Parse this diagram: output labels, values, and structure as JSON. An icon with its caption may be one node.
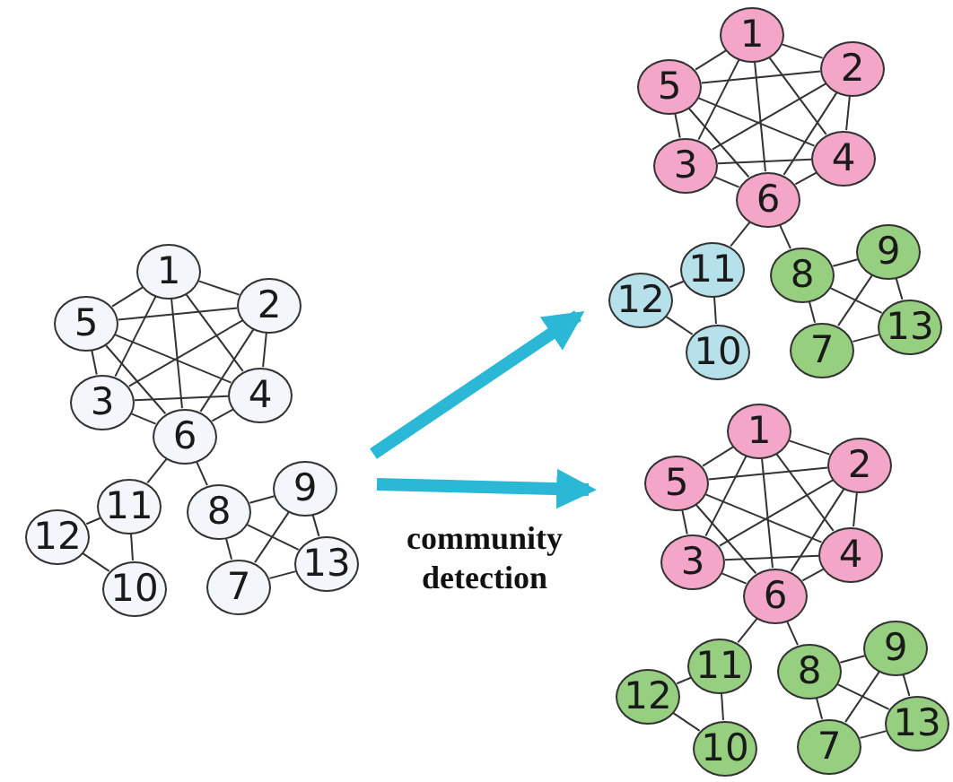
{
  "diagram": {
    "nodes": [
      {
        "text": [
          "1"
        ]
      },
      {
        "text": [
          "2"
        ]
      },
      {
        "text": [
          "3"
        ]
      },
      {
        "text": [
          "4"
        ]
      },
      {
        "text": [
          "5"
        ]
      },
      {
        "text": [
          "6"
        ]
      },
      {
        "text": [
          "7"
        ]
      },
      {
        "text": [
          "8"
        ]
      },
      {
        "text": [
          "9"
        ]
      },
      {
        "text": [
          "10"
        ]
      },
      {
        "text": [
          "11"
        ]
      },
      {
        "text": [
          "12"
        ]
      },
      {
        "text": [
          "13"
        ]
      },
      {
        "text": [
          "1"
        ]
      },
      {
        "text": [
          "2"
        ]
      },
      {
        "text": [
          "3"
        ]
      },
      {
        "text": [
          "4"
        ]
      },
      {
        "text": [
          "5"
        ]
      },
      {
        "text": [
          "6"
        ]
      },
      {
        "text": [
          "7"
        ]
      },
      {
        "text": [
          "8"
        ]
      },
      {
        "text": [
          "9"
        ]
      },
      {
        "text": [
          "10"
        ]
      },
      {
        "text": [
          "11"
        ]
      },
      {
        "text": [
          "12"
        ]
      },
      {
        "text": [
          "13"
        ]
      },
      {
        "text": [
          "1"
        ]
      },
      {
        "text": [
          "2"
        ]
      },
      {
        "text": [
          "3"
        ]
      },
      {
        "text": [
          "4"
        ]
      },
      {
        "text": [
          "5"
        ]
      },
      {
        "text": [
          "6"
        ]
      },
      {
        "text": [
          "7"
        ]
      },
      {
        "text": [
          "8"
        ]
      },
      {
        "text": [
          "9"
        ]
      },
      {
        "text": [
          "10"
        ]
      },
      {
        "text": [
          "11"
        ]
      },
      {
        "text": [
          "12"
        ]
      },
      {
        "text": [
          "13"
        ]
      }
    ],
    "edges": [
      {
        "from": 0,
        "to": 1,
        "arrow": "none"
      },
      {
        "from": 0,
        "to": 2,
        "arrow": "none"
      },
      {
        "from": 0,
        "to": 3,
        "arrow": "none"
      },
      {
        "from": 0,
        "to": 4,
        "arrow": "none"
      },
      {
        "from": 0,
        "to": 5,
        "arrow": "none"
      },
      {
        "from": 1,
        "to": 2,
        "arrow": "none"
      },
      {
        "from": 1,
        "to": 3,
        "arrow": "none"
      },
      {
        "from": 1,
        "to": 4,
        "arrow": "none"
      },
      {
        "from": 1,
        "to": 5,
        "arrow": "none"
      },
      {
        "from": 2,
        "to": 3,
        "arrow": "none"
      },
      {
        "from": 2,
        "to": 4,
        "arrow": "none"
      },
      {
        "from": 2,
        "to": 5,
        "arrow": "none"
      },
      {
        "from": 3,
        "to": 4,
        "arrow": "none"
      },
      {
        "from": 3,
        "to": 5,
        "arrow": "none"
      },
      {
        "from": 4,
        "to": 5,
        "arrow": "none"
      },
      {
        "from": 5,
        "to": 10,
        "arrow": "none"
      },
      {
        "from": 5,
        "to": 7,
        "arrow": "none"
      },
      {
        "from": 10,
        "to": 11,
        "arrow": "none"
      },
      {
        "from": 10,
        "to": 9,
        "arrow": "none"
      },
      {
        "from": 11,
        "to": 9,
        "arrow": "none"
      },
      {
        "from": 7,
        "to": 8,
        "arrow": "none"
      },
      {
        "from": 7,
        "to": 6,
        "arrow": "none"
      },
      {
        "from": 7,
        "to": 12,
        "arrow": "none"
      },
      {
        "from": 8,
        "to": 6,
        "arrow": "none"
      },
      {
        "from": 8,
        "to": 12,
        "arrow": "none"
      },
      {
        "from": 6,
        "to": 12,
        "arrow": "none"
      },
      {
        "from": 13,
        "to": 14,
        "arrow": "none"
      },
      {
        "from": 13,
        "to": 15,
        "arrow": "none"
      },
      {
        "from": 13,
        "to": 16,
        "arrow": "none"
      },
      {
        "from": 13,
        "to": 17,
        "arrow": "none"
      },
      {
        "from": 13,
        "to": 18,
        "arrow": "none"
      },
      {
        "from": 14,
        "to": 15,
        "arrow": "none"
      },
      {
        "from": 14,
        "to": 16,
        "arrow": "none"
      },
      {
        "from": 14,
        "to": 17,
        "arrow": "none"
      },
      {
        "from": 14,
        "to": 18,
        "arrow": "none"
      },
      {
        "from": 15,
        "to": 16,
        "arrow": "none"
      },
      {
        "from": 15,
        "to": 17,
        "arrow": "none"
      },
      {
        "from": 15,
        "to": 18,
        "arrow": "none"
      },
      {
        "from": 16,
        "to": 17,
        "arrow": "none"
      },
      {
        "from": 16,
        "to": 18,
        "arrow": "none"
      },
      {
        "from": 17,
        "to": 18,
        "arrow": "none"
      },
      {
        "from": 18,
        "to": 23,
        "arrow": "none"
      },
      {
        "from": 18,
        "to": 20,
        "arrow": "none"
      },
      {
        "from": 23,
        "to": 24,
        "arrow": "none"
      },
      {
        "from": 23,
        "to": 22,
        "arrow": "none"
      },
      {
        "from": 24,
        "to": 22,
        "arrow": "none"
      },
      {
        "from": 20,
        "to": 21,
        "arrow": "none"
      },
      {
        "from": 20,
        "to": 19,
        "arrow": "none"
      },
      {
        "from": 20,
        "to": 25,
        "arrow": "none"
      },
      {
        "from": 21,
        "to": 19,
        "arrow": "none"
      },
      {
        "from": 21,
        "to": 25,
        "arrow": "none"
      },
      {
        "from": 19,
        "to": 25,
        "arrow": "none"
      },
      {
        "from": 26,
        "to": 27,
        "arrow": "none"
      },
      {
        "from": 26,
        "to": 28,
        "arrow": "none"
      },
      {
        "from": 26,
        "to": 29,
        "arrow": "none"
      },
      {
        "from": 26,
        "to": 30,
        "arrow": "none"
      },
      {
        "from": 26,
        "to": 31,
        "arrow": "none"
      },
      {
        "from": 27,
        "to": 28,
        "arrow": "none"
      },
      {
        "from": 27,
        "to": 29,
        "arrow": "none"
      },
      {
        "from": 27,
        "to": 30,
        "arrow": "none"
      },
      {
        "from": 27,
        "to": 31,
        "arrow": "none"
      },
      {
        "from": 28,
        "to": 29,
        "arrow": "none"
      },
      {
        "from": 28,
        "to": 30,
        "arrow": "none"
      },
      {
        "from": 28,
        "to": 31,
        "arrow": "none"
      },
      {
        "from": 29,
        "to": 30,
        "arrow": "none"
      },
      {
        "from": 29,
        "to": 31,
        "arrow": "none"
      },
      {
        "from": 30,
        "to": 31,
        "arrow": "none"
      },
      {
        "from": 31,
        "to": 36,
        "arrow": "none"
      },
      {
        "from": 31,
        "to": 33,
        "arrow": "none"
      },
      {
        "from": 36,
        "to": 37,
        "arrow": "none"
      },
      {
        "from": 36,
        "to": 35,
        "arrow": "none"
      },
      {
        "from": 37,
        "to": 35,
        "arrow": "none"
      },
      {
        "from": 33,
        "to": 34,
        "arrow": "none"
      },
      {
        "from": 33,
        "to": 32,
        "arrow": "none"
      },
      {
        "from": 33,
        "to": 38,
        "arrow": "none"
      },
      {
        "from": 34,
        "to": 32,
        "arrow": "none"
      },
      {
        "from": 34,
        "to": 38,
        "arrow": "none"
      },
      {
        "from": 32,
        "to": 38,
        "arrow": "none"
      }
    ],
    "labels": [
      "community detection"
    ]
  }
}
